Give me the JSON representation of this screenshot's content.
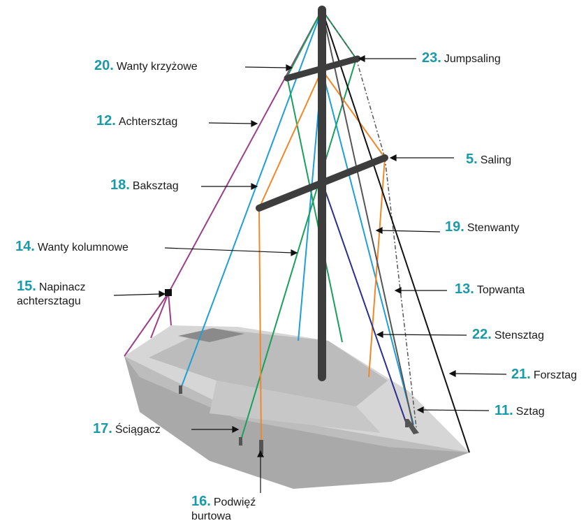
{
  "colors": {
    "number": "#1a9aa6",
    "mast": "#3d3d3d",
    "backstay": "#9b3f86",
    "shrouds_blue": "#1f9fd6",
    "shrouds_green": "#1a9f5a",
    "shrouds_orange": "#f0882a",
    "stenstag": "#2b2f8f",
    "forestay": "#111111",
    "hull_top": "#d4d4d4",
    "hull_side": "#a9a9a9"
  },
  "labels": [
    {
      "num": "20.",
      "text": "Wanty krzyżowe"
    },
    {
      "num": "23.",
      "text": "Jumpsaling"
    },
    {
      "num": "12.",
      "text": "Achtersztag"
    },
    {
      "num": "5.",
      "text": "Saling"
    },
    {
      "num": "18.",
      "text": "Baksztag"
    },
    {
      "num": "19.",
      "text": "Stenwanty"
    },
    {
      "num": "14.",
      "text": "Wanty kolumnowe"
    },
    {
      "num": "15.",
      "text": "Napinacz",
      "text2": "achtersztagu"
    },
    {
      "num": "13.",
      "text": "Topwanta"
    },
    {
      "num": "22.",
      "text": "Stensztag"
    },
    {
      "num": "21.",
      "text": "Forsztag"
    },
    {
      "num": "11.",
      "text": "Sztag"
    },
    {
      "num": "17.",
      "text": "Ściągacz"
    },
    {
      "num": "16.",
      "text": "Podwięź",
      "text2": "burtowa"
    }
  ]
}
